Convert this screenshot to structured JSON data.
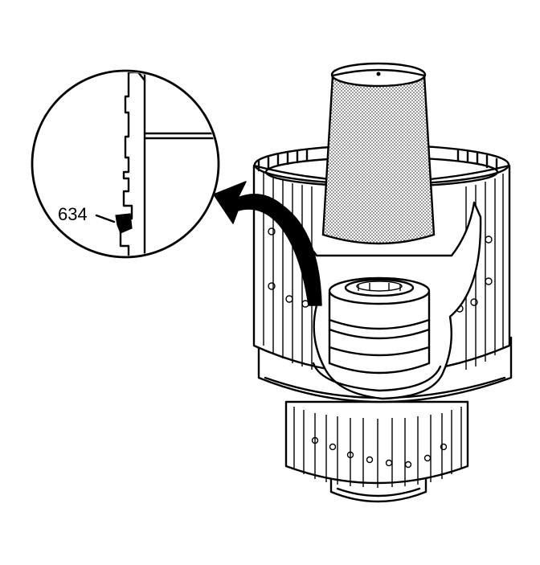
{
  "callouts": [
    {
      "id": "634",
      "label": "634"
    }
  ],
  "colors": {
    "line": "#000000",
    "background": "#ffffff",
    "stipple": "#888888"
  },
  "icons": [
    "curved-arrow",
    "detail-circle",
    "seal-icon"
  ]
}
